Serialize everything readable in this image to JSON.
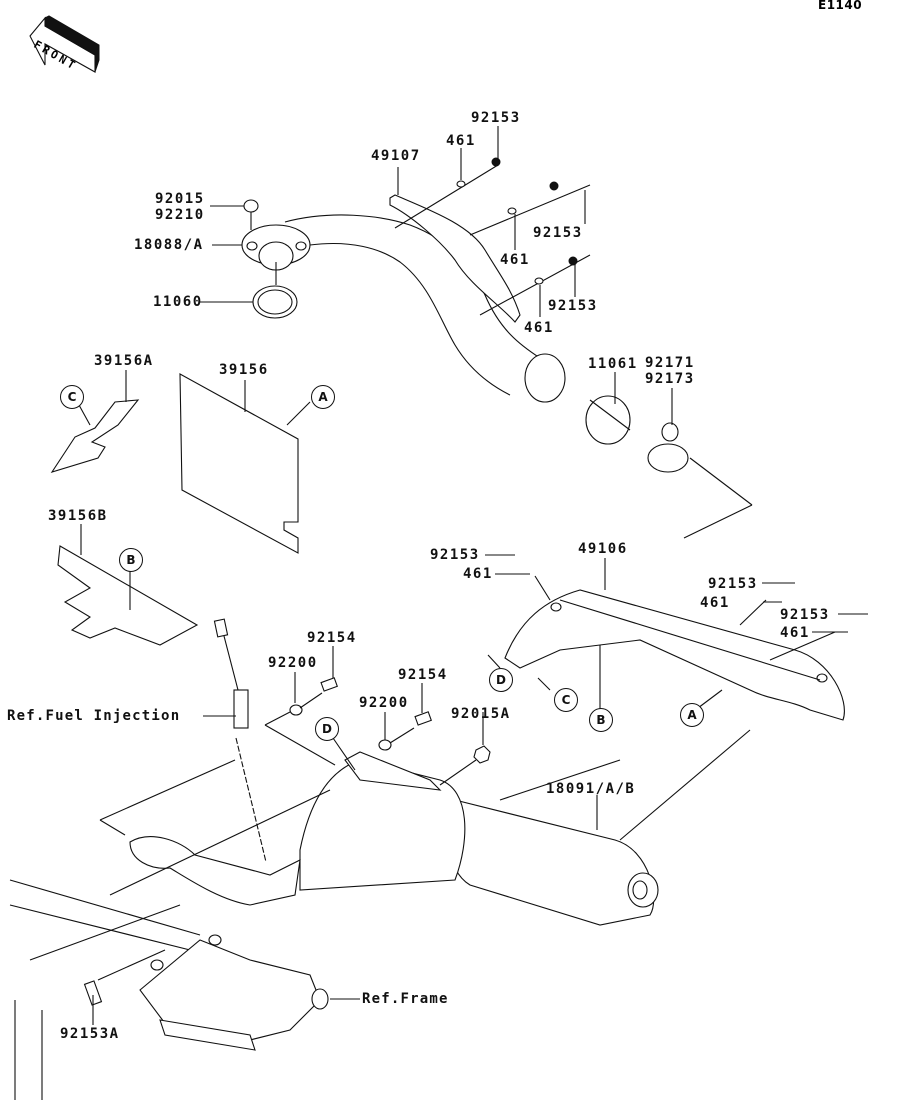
{
  "diagram_code": "E1140",
  "front_arrow_label": "FRONT",
  "parts": {
    "p92153_top": "92153",
    "p461_top": "461",
    "p49107": "49107",
    "p92153_mid": "92153",
    "p461_mid": "461",
    "p92153_low": "92153",
    "p461_low": "461",
    "p92015": "92015",
    "p92210": "92210",
    "p18088": "18088/A",
    "p11060": "11060",
    "p39156A": "39156A",
    "p39156": "39156",
    "p39156B": "39156B",
    "p11061": "11061",
    "p92171": "92171",
    "p92173": "92173",
    "p92153_sh1": "92153",
    "p461_sh1": "461",
    "p49106": "49106",
    "p92153_sh2": "92153",
    "p461_sh2": "461",
    "p92153_sh3": "92153",
    "p461_sh3": "461",
    "p92154_a": "92154",
    "p92200_a": "92200",
    "p92154_b": "92154",
    "p92200_b": "92200",
    "p92015A": "92015A",
    "p18091": "18091/A/B",
    "p92153A": "92153A"
  },
  "references": {
    "fuel_injection": "Ref.Fuel Injection",
    "frame": "Ref.Frame"
  },
  "callouts": {
    "A": "A",
    "B": "B",
    "C": "C",
    "D": "D"
  }
}
